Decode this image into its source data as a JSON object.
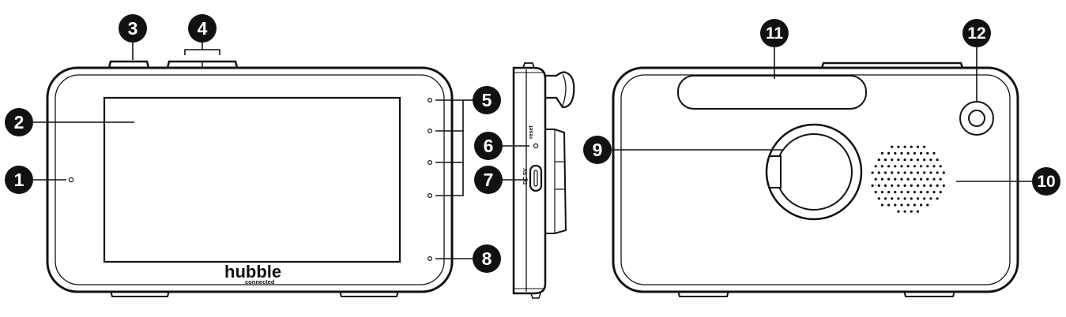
{
  "device": {
    "brand_name": "hubble",
    "brand_tagline": "connected",
    "side_labels": {
      "reset": "reset",
      "dc_in": "DC 5V"
    }
  },
  "callouts": [
    {
      "id": "1",
      "label": "1"
    },
    {
      "id": "2",
      "label": "2"
    },
    {
      "id": "3",
      "label": "3"
    },
    {
      "id": "4",
      "label": "4"
    },
    {
      "id": "5",
      "label": "5"
    },
    {
      "id": "6",
      "label": "6"
    },
    {
      "id": "7",
      "label": "7"
    },
    {
      "id": "8",
      "label": "8"
    },
    {
      "id": "9",
      "label": "9"
    },
    {
      "id": "10",
      "label": "10"
    },
    {
      "id": "11",
      "label": "11"
    },
    {
      "id": "12",
      "label": "12"
    }
  ]
}
